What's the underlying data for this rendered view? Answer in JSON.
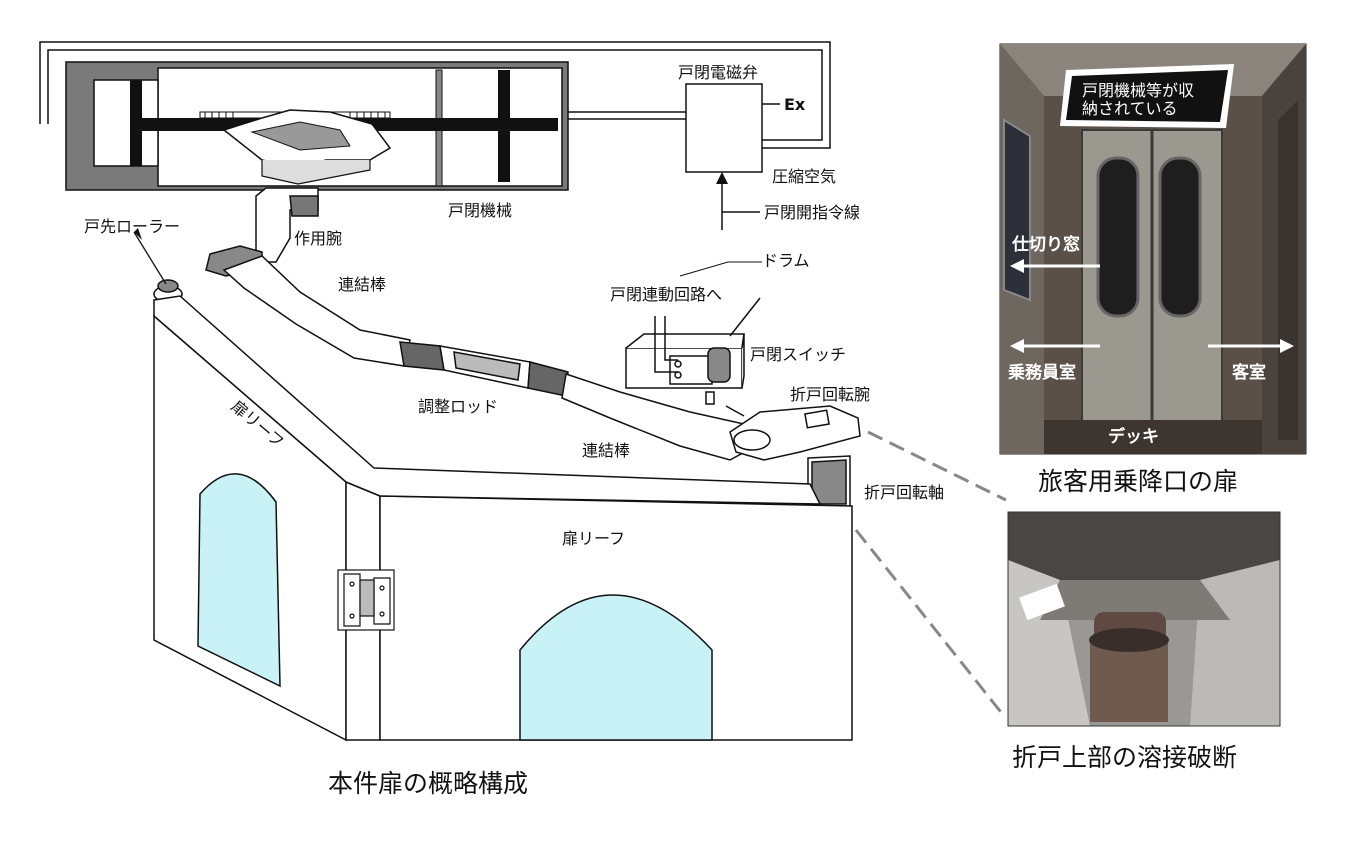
{
  "labels": {
    "solenoid_valve": "戸閉電磁弁",
    "exhaust": "Ex",
    "compressed_air": "圧縮空気",
    "door_mechanism": "戸閉機械",
    "command_line": "戸閉開指令線",
    "roller": "戸先ローラー",
    "action_arm": "作用腕",
    "link_rod_1": "連結棒",
    "drum": "ドラム",
    "to_circuit": "戸閉連動回路へ",
    "door_switch": "戸閉スイッチ",
    "leaf_left": "扉リーフ",
    "adjust_rod": "調整ロッド",
    "fold_arm": "折戸回転腕",
    "link_rod_2": "連結棒",
    "fold_shaft": "折戸回転軸",
    "leaf_center": "扉リーフ"
  },
  "captions": {
    "main": "本件扉の概略構成",
    "photo1": "旅客用乗降口の扉",
    "photo2": "折戸上部の溶接破断"
  },
  "photo1": {
    "box_line1": "戸閉機械等が収",
    "box_line2": "納されている",
    "partition_window": "仕切り窓",
    "crew_room": "乗務員室",
    "cabin": "客室",
    "deck": "デッキ"
  },
  "colors": {
    "glass": "#c9f2f7",
    "mechanism": "#777777",
    "photo_bg": "#5a5048",
    "callout_line": "#888888"
  }
}
